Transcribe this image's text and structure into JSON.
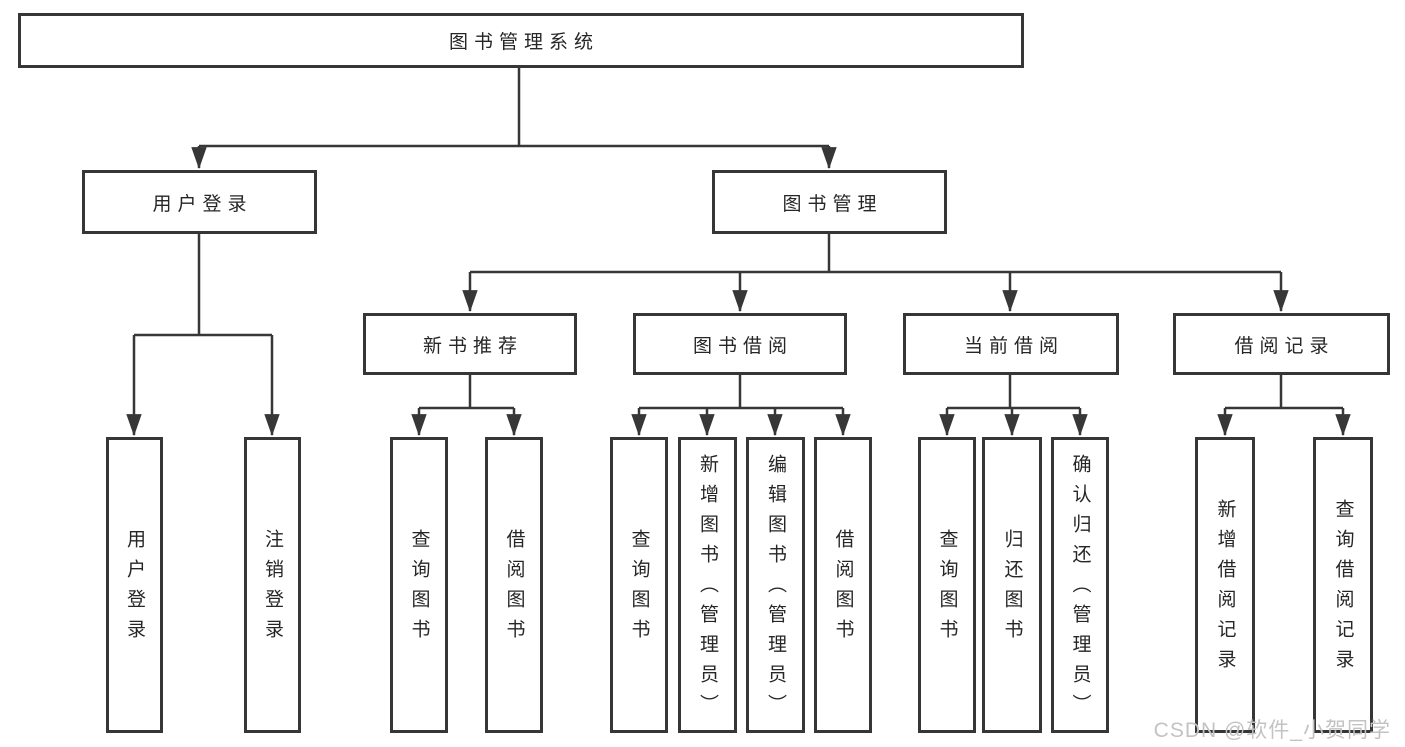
{
  "tree": {
    "root": "图书管理系统",
    "user_login": {
      "label": "用户登录",
      "children": [
        "用户登录",
        "注销登录"
      ]
    },
    "book_management": {
      "label": "图书管理",
      "groups": [
        {
          "label": "新书推荐",
          "children": [
            "查询图书",
            "借阅图书"
          ]
        },
        {
          "label": "图书借阅",
          "children": [
            "查询图书",
            "新增图书（管理员）",
            "编辑图书（管理员）",
            "借阅图书"
          ]
        },
        {
          "label": "当前借阅",
          "children": [
            "查询图书",
            "归还图书",
            "确认归还（管理员）"
          ]
        },
        {
          "label": "借阅记录",
          "children": [
            "新增借阅记录",
            "查询借阅记录"
          ]
        }
      ]
    }
  },
  "watermark": "CSDN @软件_小贺同学",
  "colors": {
    "line": "#373737",
    "box_border": "#363636",
    "text": "#262626",
    "watermark": "#c3c3c3",
    "background": "#ffffff"
  }
}
